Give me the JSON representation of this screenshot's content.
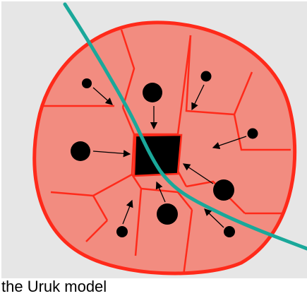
{
  "figure": {
    "caption": "the Uruk model"
  },
  "diagram": {
    "regions": [
      "outer-ring",
      "sector-nw",
      "sector-n",
      "sector-ne",
      "sector-e",
      "sector-se",
      "sector-s",
      "sector-sw",
      "sector-w",
      "sector-inner-w",
      "sector-inner-s",
      "sector-inner-e"
    ],
    "central_node": "black-center",
    "satellite_nodes": 9,
    "arrows_to_center": 9,
    "river": "teal-river"
  },
  "colors": {
    "background": "#e6e6e6",
    "city_fill": "#f28c80",
    "boundary": "#ff2a1a",
    "node": "#000000",
    "river": "#1aa89a"
  }
}
